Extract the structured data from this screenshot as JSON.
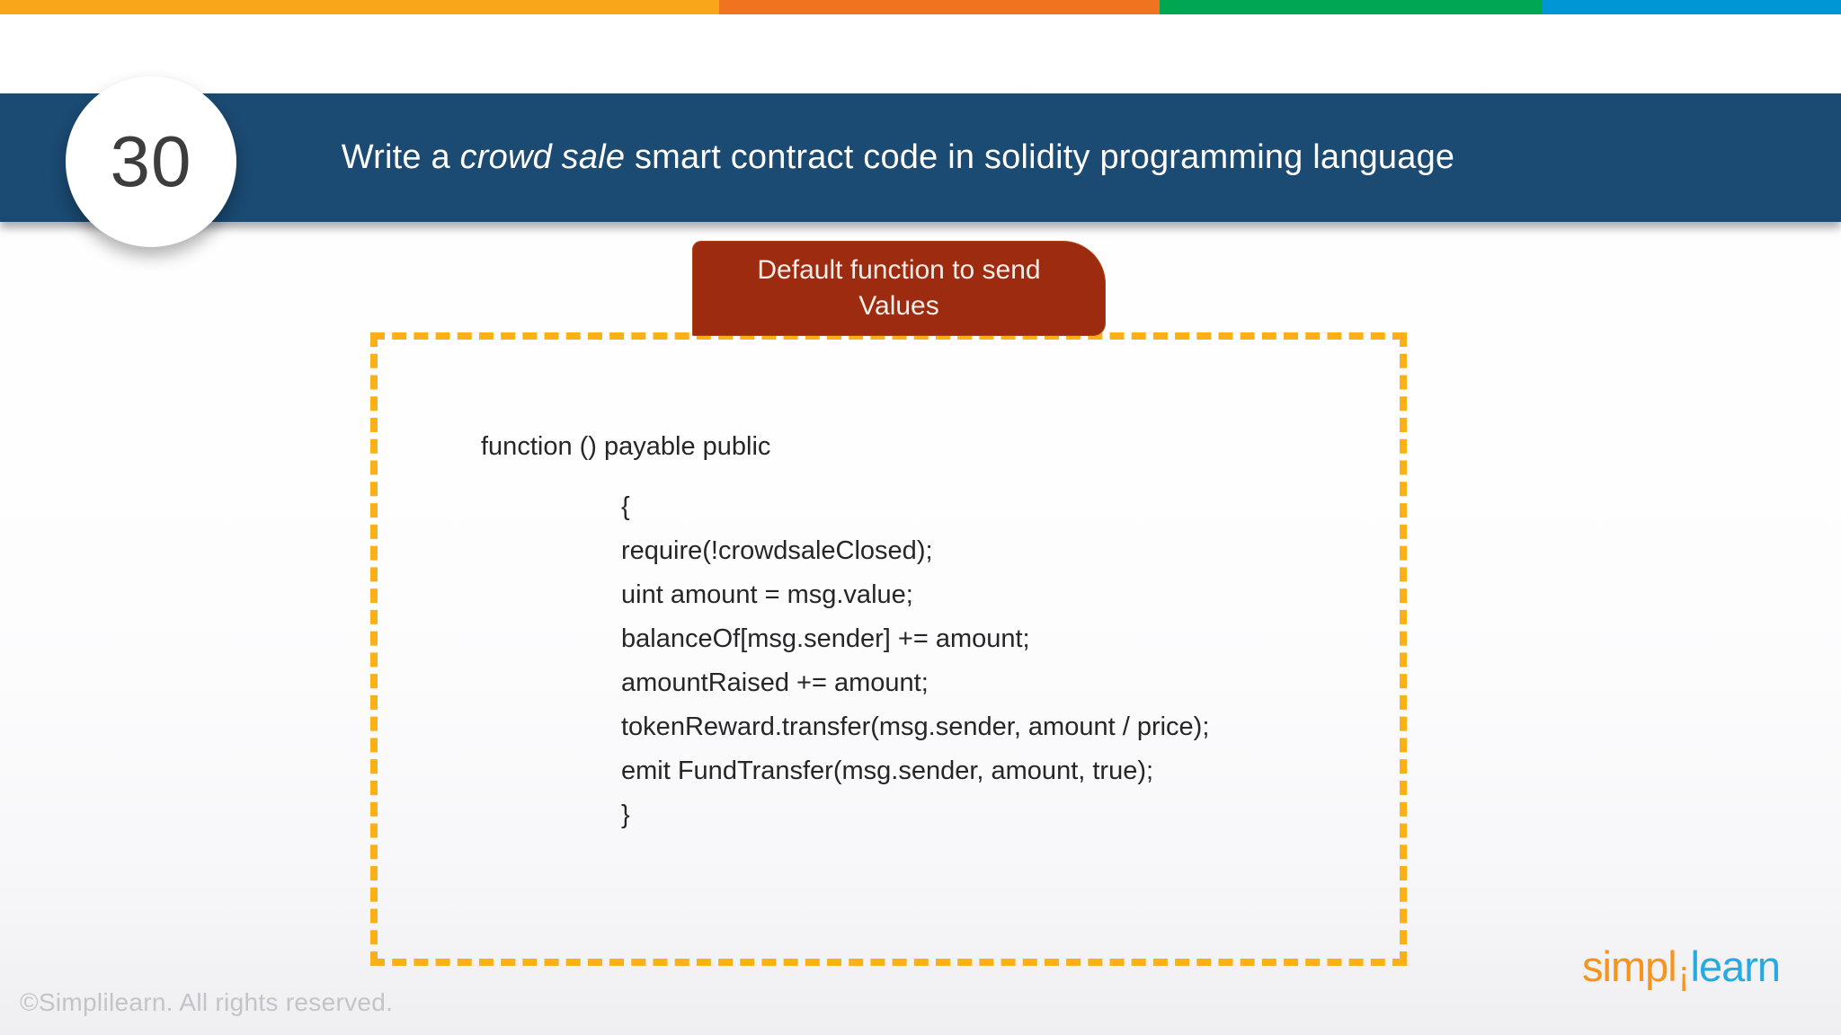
{
  "colors": {
    "bar-yellow": "#FAA61A",
    "bar-orange": "#F0731F",
    "bar-green": "#00A651",
    "bar-blue": "#0096D6",
    "header-navy": "#1B4A72",
    "callout-red": "#9D2B10",
    "dash-amber": "#FBB116",
    "code-text": "#262626",
    "step-number-gray": "#3D3D3D",
    "footer-gray": "#C3C3C9",
    "logo-orange": "#F7941D",
    "logo-blue": "#27A9E1"
  },
  "header": {
    "step_number": "30",
    "title_prefix": "Write a ",
    "title_em": "crowd sale",
    "title_suffix": " smart contract code in solidity programming language"
  },
  "callout": {
    "line1": "Default function to send",
    "line2": "Values"
  },
  "code": {
    "head": "function () payable public",
    "body_lines": [
      "{",
      "require(!crowdsaleClosed);",
      "uint amount = msg.value;",
      "balanceOf[msg.sender] += amount;",
      "amountRaised += amount;",
      "tokenReward.transfer(msg.sender, amount / price);",
      "emit FundTransfer(msg.sender, amount, true);",
      "}"
    ]
  },
  "footer": {
    "copyright": "©Simplilearn. All rights reserved.",
    "logo": {
      "part1": "simpl",
      "separator": "¡",
      "part2": "learn"
    }
  }
}
